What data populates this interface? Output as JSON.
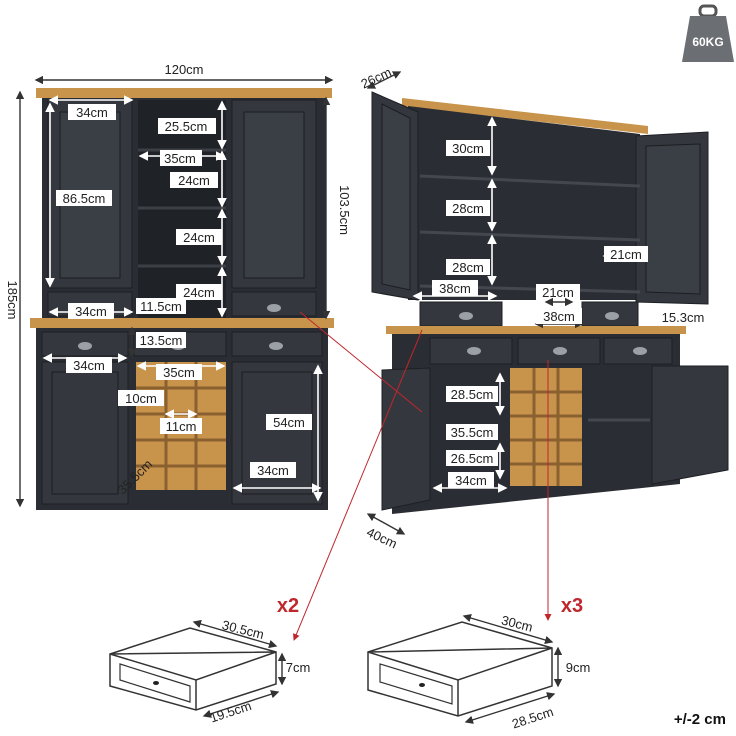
{
  "weight_badge": {
    "label": "60KG",
    "icon": "weight-icon"
  },
  "front_view": {
    "width": "120cm",
    "height": "185cm",
    "top_height": "103.5cm",
    "glass_door_width": "34cm",
    "glass_door_height": "86.5cm",
    "shelf_top": "25.5cm",
    "open_width": "35cm",
    "shelf_gap_1": "24cm",
    "shelf_gap_2": "24cm",
    "shelf_gap_3": "24cm",
    "small_drawer_width": "34cm",
    "gap_11_5": "11.5cm",
    "gap_13_5": "13.5cm",
    "lower_drawer_width": "34cm",
    "wine_width": "35cm",
    "wine_cell_h": "10cm",
    "wine_cell_w": "11cm",
    "lower_door_height": "54cm",
    "lower_door_width": "34cm",
    "wine_depth": "35.5cm"
  },
  "side_view": {
    "top_depth": "26cm",
    "shelf_30": "30cm",
    "shelf_28a": "28cm",
    "shelf_28b": "28cm",
    "drawer_38a": "38cm",
    "drawer_21a": "21cm",
    "inner_21": "21cm",
    "drawer_38b": "38cm",
    "drawer_15_3": "15.3cm",
    "lower_28_5": "28.5cm",
    "lower_35_5": "35.5cm",
    "lower_26_5": "26.5cm",
    "lower_34": "34cm",
    "base_depth": "40cm"
  },
  "drawer_small": {
    "qty": "x2",
    "width": "30.5cm",
    "height": "7cm",
    "depth": "19.5cm"
  },
  "drawer_large": {
    "qty": "x3",
    "width": "30cm",
    "height": "9cm",
    "depth": "28.5cm"
  },
  "tolerance": "+/-2 cm",
  "colors": {
    "body": "#2a2d33",
    "wood": "#c8934a",
    "accent": "#c0272d"
  }
}
